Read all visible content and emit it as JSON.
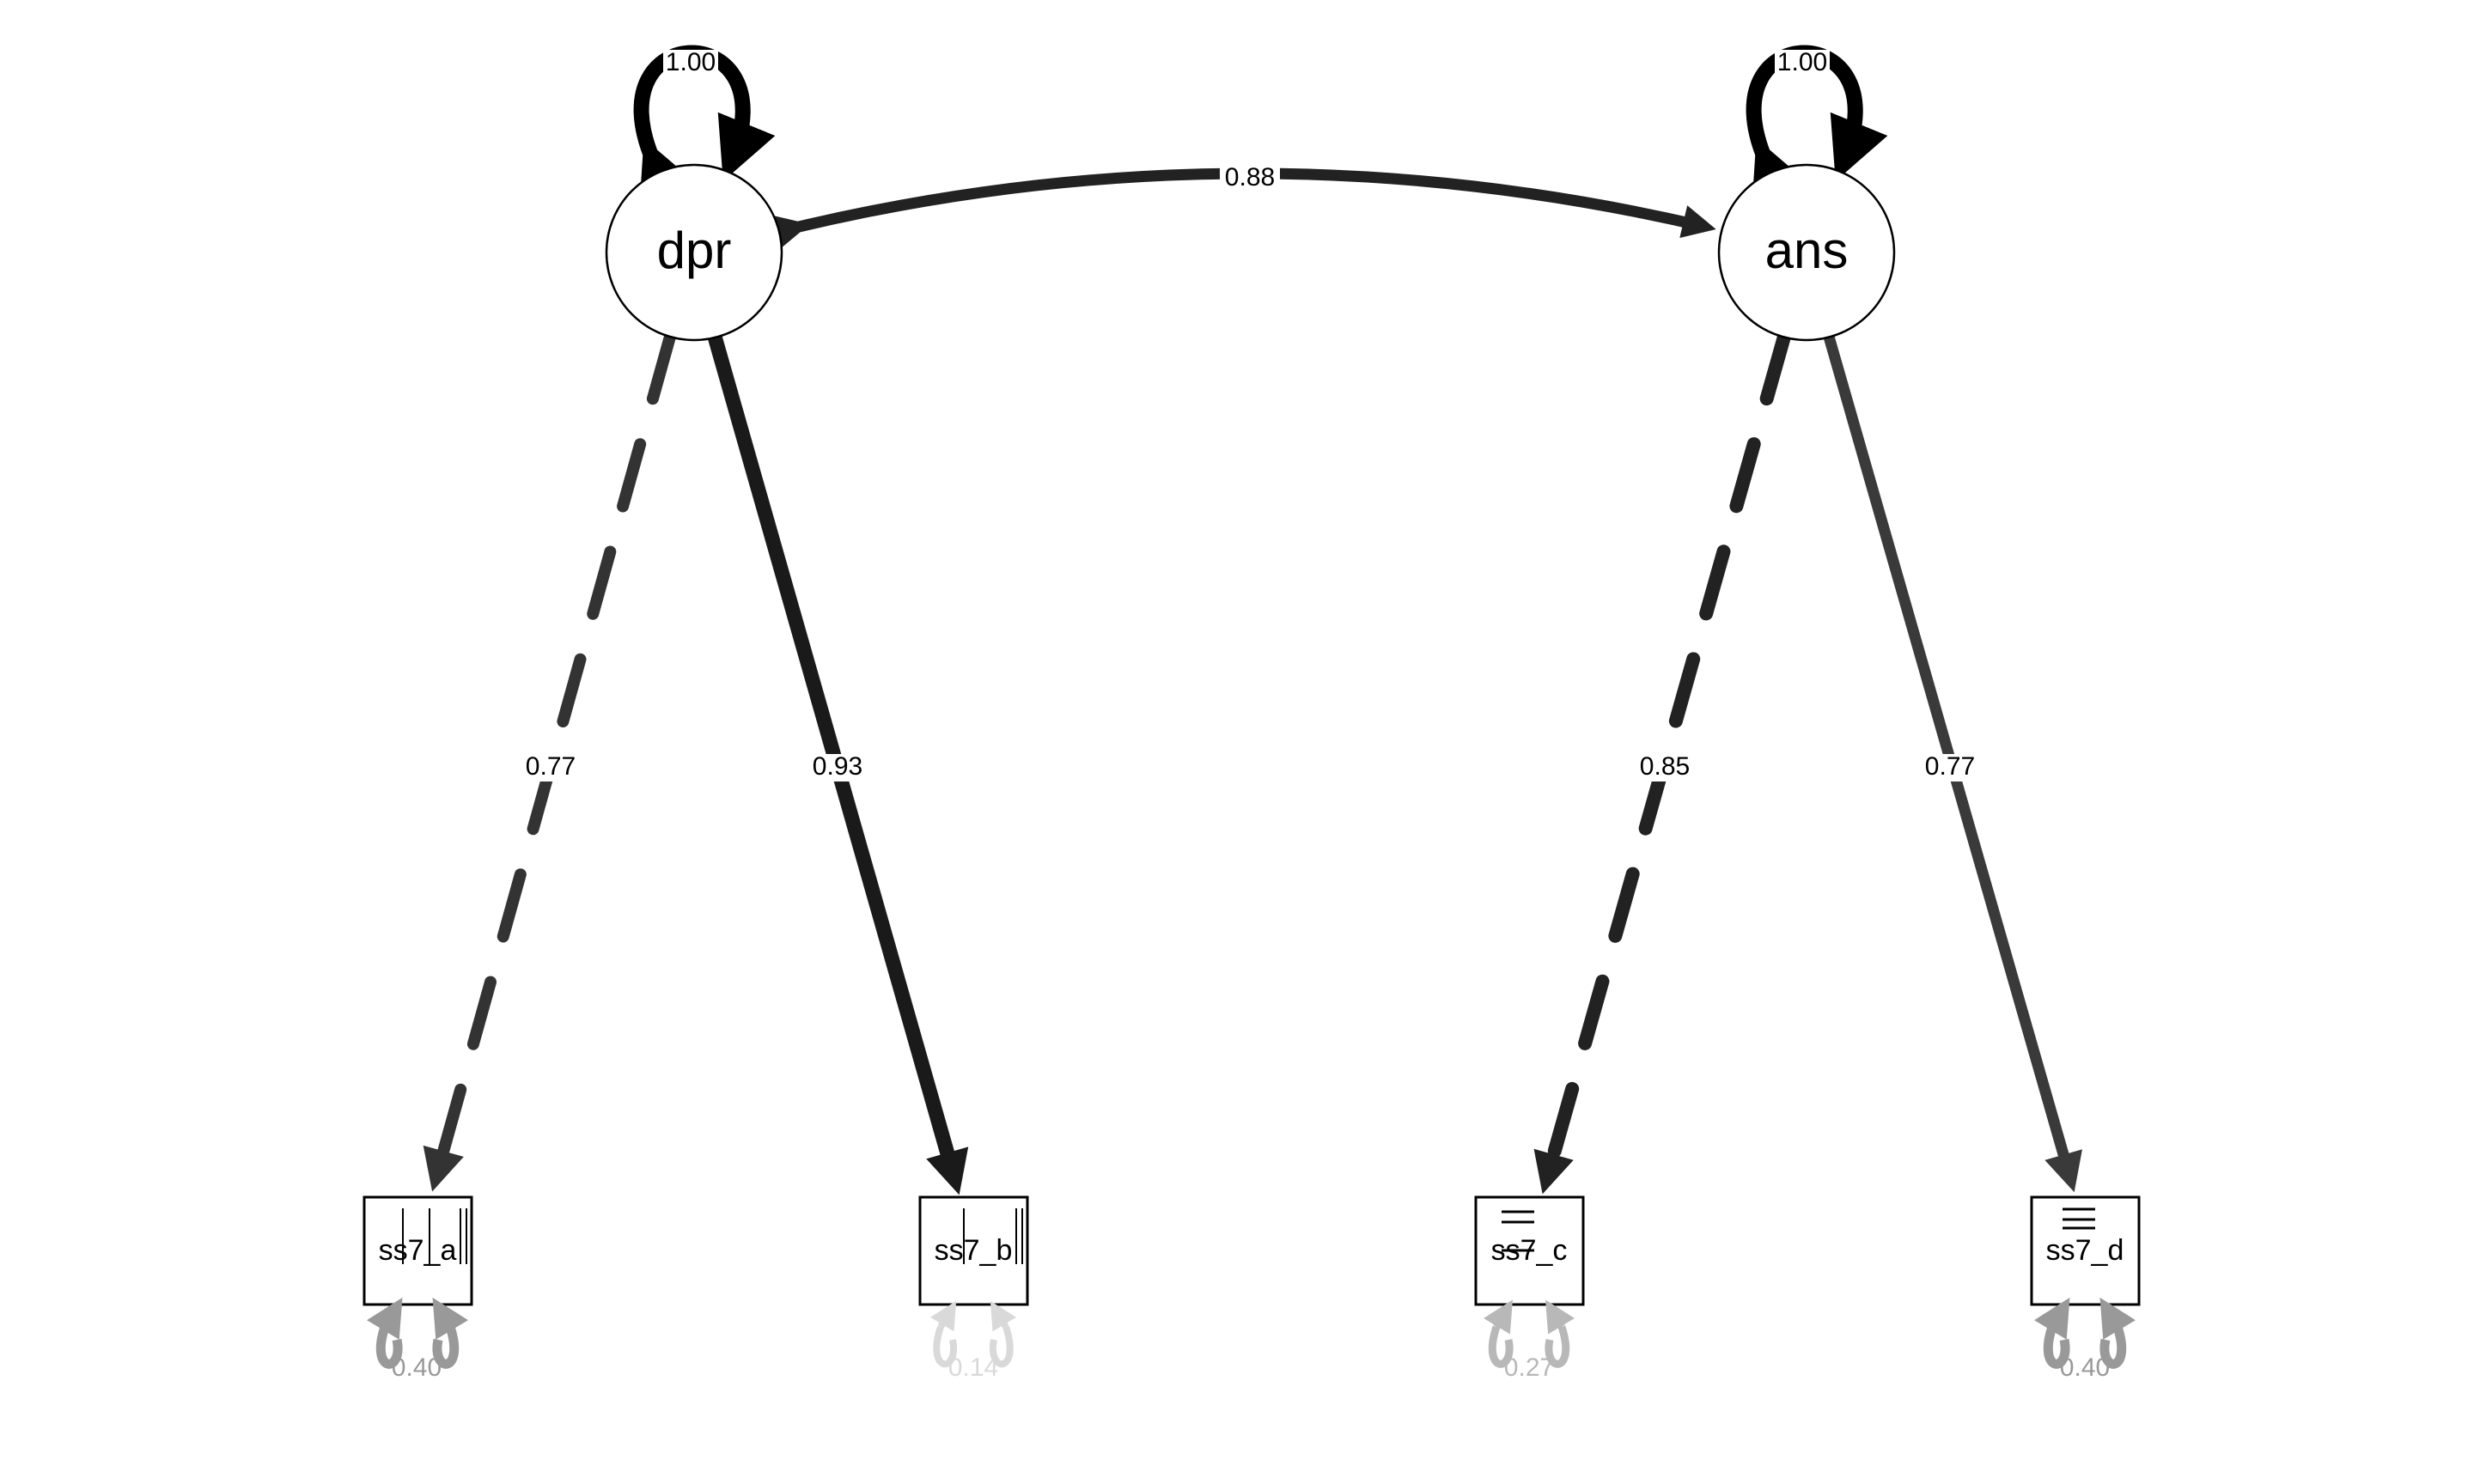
{
  "latents": [
    {
      "name": "dpr",
      "variance": "1.00"
    },
    {
      "name": "ans",
      "variance": "1.00"
    }
  ],
  "covariance": {
    "from": "dpr",
    "to": "ans",
    "value": "0.88"
  },
  "loadings": [
    {
      "from": "dpr",
      "to": "ss7_a",
      "value": "0.77",
      "style": "dashed",
      "color": "#333333"
    },
    {
      "from": "dpr",
      "to": "ss7_b",
      "value": "0.93",
      "style": "solid",
      "color": "#1a1a1a"
    },
    {
      "from": "ans",
      "to": "ss7_c",
      "value": "0.85",
      "style": "dashed",
      "color": "#222222"
    },
    {
      "from": "ans",
      "to": "ss7_d",
      "value": "0.77",
      "style": "solid",
      "color": "#3a3a3a"
    }
  ],
  "indicators": [
    {
      "name": "ss7_a",
      "residual": "0.40",
      "residual_color": "#999999"
    },
    {
      "name": "ss7_b",
      "residual": "0.14",
      "residual_color": "#d9d9d9"
    },
    {
      "name": "ss7_c",
      "residual": "0.27",
      "residual_color": "#b8b8b8"
    },
    {
      "name": "ss7_d",
      "residual": "0.40",
      "residual_color": "#999999"
    }
  ]
}
